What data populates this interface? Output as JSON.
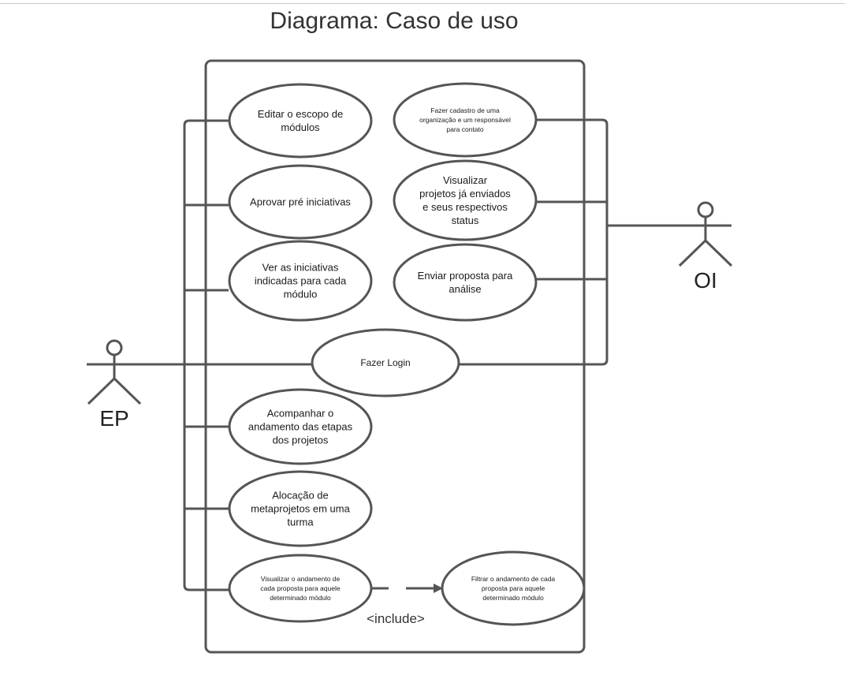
{
  "title": "Diagrama: Caso de uso",
  "colors": {
    "stroke": "#555555",
    "text": "#1a1a1a",
    "background": "#ffffff"
  },
  "actors": [
    {
      "id": "ep",
      "label": "EP"
    },
    {
      "id": "oi",
      "label": "OI"
    }
  ],
  "use_cases": [
    {
      "id": "editar-escopo",
      "lines": [
        "Editar o escopo de",
        "módulos"
      ]
    },
    {
      "id": "aprovar-pre",
      "lines": [
        "Aprovar pré iniciativas"
      ]
    },
    {
      "id": "ver-iniciativas",
      "lines": [
        "Ver as iniciativas",
        "indicadas para cada",
        "módulo"
      ]
    },
    {
      "id": "fazer-cadastro",
      "lines": [
        "Fazer cadastro de uma",
        "organização e um responsável",
        "para contato"
      ]
    },
    {
      "id": "visualizar-projetos",
      "lines": [
        "Visualizar",
        "projetos já enviados",
        "e seus respectivos",
        "status"
      ]
    },
    {
      "id": "enviar-proposta",
      "lines": [
        "Enviar proposta para",
        "análise"
      ]
    },
    {
      "id": "fazer-login",
      "lines": [
        "Fazer Login"
      ]
    },
    {
      "id": "acompanhar",
      "lines": [
        "Acompanhar o",
        "andamento das etapas",
        "dos projetos"
      ]
    },
    {
      "id": "alocacao",
      "lines": [
        "Alocação de",
        "metaprojetos em uma",
        "turma"
      ]
    },
    {
      "id": "visualizar-andamento",
      "lines": [
        "Visualizar o andamento de",
        "cada proposta para aquele",
        "determinado módulo"
      ]
    },
    {
      "id": "filtrar-andamento",
      "lines": [
        "Filtrar o andamento de cada",
        "proposta para aquele",
        "determinado módulo"
      ]
    }
  ],
  "relations": [
    {
      "type": "include",
      "from": "visualizar-andamento",
      "to": "filtrar-andamento",
      "label": "<include>"
    }
  ]
}
